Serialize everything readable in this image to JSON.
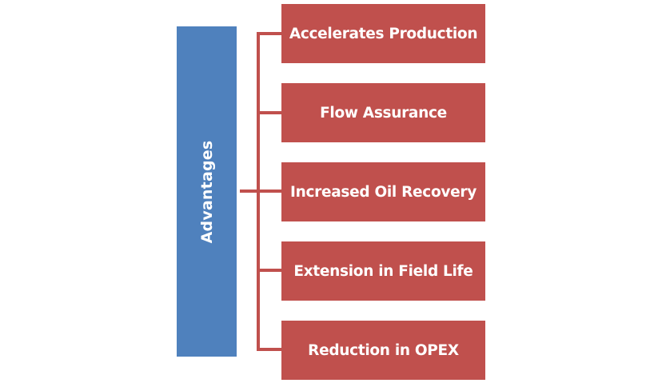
{
  "diagram": {
    "root": {
      "label": "Advantages",
      "color": "#4f81bd"
    },
    "connector_color": "#c0504d",
    "children": [
      {
        "label": "Accelerates Production",
        "color": "#c0504d"
      },
      {
        "label": "Flow Assurance",
        "color": "#c0504d"
      },
      {
        "label": "Increased Oil Recovery",
        "color": "#c0504d"
      },
      {
        "label": "Extension in Field Life",
        "color": "#c0504d"
      },
      {
        "label": "Reduction in OPEX",
        "color": "#c0504d"
      }
    ]
  }
}
